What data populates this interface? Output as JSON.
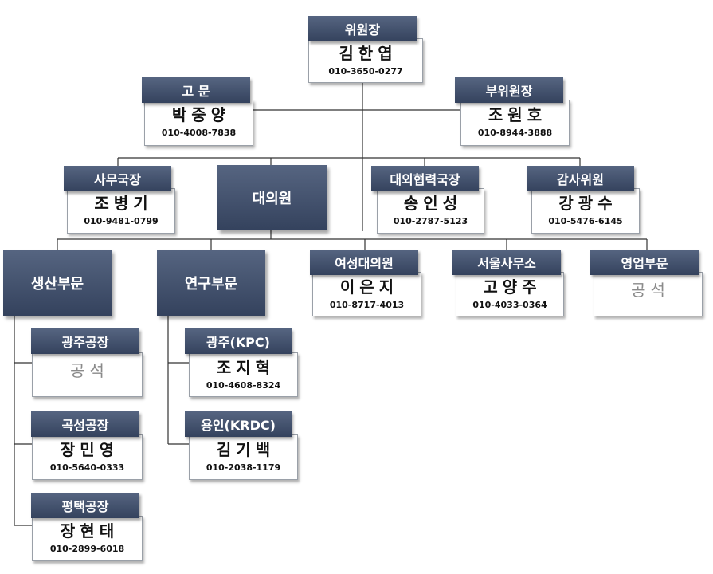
{
  "chairman": {
    "title": "위원장",
    "name": "김한엽",
    "phone": "010-3650-0277"
  },
  "advisor": {
    "title": "고 문",
    "name": "박중양",
    "phone": "010-4008-7838"
  },
  "vice_chairman": {
    "title": "부위원장",
    "name": "조원호",
    "phone": "010-8944-3888"
  },
  "secretary_general": {
    "title": "사무국장",
    "name": "조병기",
    "phone": "010-9481-0799"
  },
  "delegates": {
    "title": "대의원"
  },
  "external_relations": {
    "title": "대외협력국장",
    "name": "송인성",
    "phone": "010-2787-5123"
  },
  "auditor": {
    "title": "감사위원",
    "name": "강광수",
    "phone": "010-5476-6145"
  },
  "production_division": {
    "title": "생산부문"
  },
  "research_division": {
    "title": "연구부문"
  },
  "women_delegate": {
    "title": "여성대의원",
    "name": "이은지",
    "phone": "010-8717-4013"
  },
  "seoul_office": {
    "title": "서울사무소",
    "name": "고양주",
    "phone": "010-4033-0364"
  },
  "sales_division": {
    "title": "영업부문",
    "name": "공석"
  },
  "gwangju_plant": {
    "title": "광주공장",
    "name": "공석"
  },
  "gokseong_plant": {
    "title": "곡성공장",
    "name": "장민영",
    "phone": "010-5640-0333"
  },
  "pyeongtaek_plant": {
    "title": "평택공장",
    "name": "장현태",
    "phone": "010-2899-6018"
  },
  "gwangju_kpc": {
    "title": "광주(KPC)",
    "name": "조지혁",
    "phone": "010-4608-8324"
  },
  "yongin_krdc": {
    "title": "용인(KRDC)",
    "name": "김기백",
    "phone": "010-2038-1179"
  }
}
